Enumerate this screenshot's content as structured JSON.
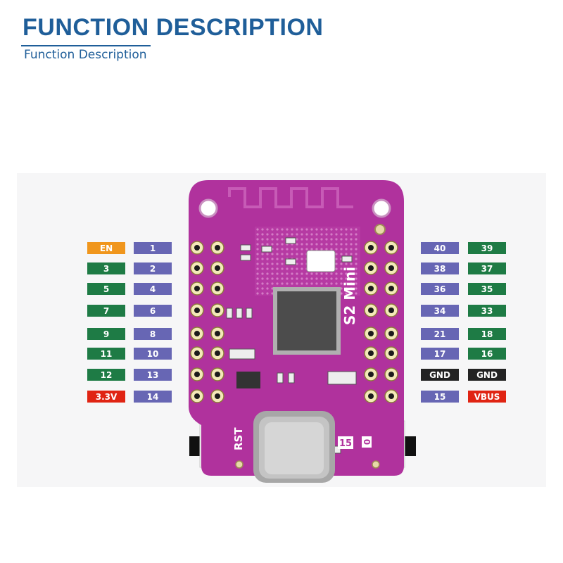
{
  "header": {
    "title": "FUNCTION DESCRIPTION",
    "subtitle": "Function Description"
  },
  "board": {
    "model_label": "S2 Mini",
    "reset_label": "RST",
    "button_0_label": "0",
    "gpio15_label": "15"
  },
  "colors": {
    "title": "#1f5e99",
    "purple_pin": "#6766b4",
    "green_pin": "#1e7b45",
    "orange_pin": "#f0961d",
    "red_pin": "#e02413",
    "black_pin": "#232323",
    "board": "#b0329d"
  },
  "pins": {
    "left_outer": [
      {
        "label": "EN",
        "color": "orange"
      },
      {
        "label": "3",
        "color": "green"
      },
      {
        "label": "5",
        "color": "green"
      },
      {
        "label": "7",
        "color": "green"
      },
      {
        "label": "9",
        "color": "green"
      },
      {
        "label": "11",
        "color": "green"
      },
      {
        "label": "12",
        "color": "green"
      },
      {
        "label": "3.3V",
        "color": "red"
      }
    ],
    "left_inner": [
      {
        "label": "1",
        "color": "purple"
      },
      {
        "label": "2",
        "color": "purple"
      },
      {
        "label": "4",
        "color": "purple"
      },
      {
        "label": "6",
        "color": "purple"
      },
      {
        "label": "8",
        "color": "purple"
      },
      {
        "label": "10",
        "color": "purple"
      },
      {
        "label": "13",
        "color": "purple"
      },
      {
        "label": "14",
        "color": "purple"
      }
    ],
    "right_inner": [
      {
        "label": "40",
        "color": "purple"
      },
      {
        "label": "38",
        "color": "purple"
      },
      {
        "label": "36",
        "color": "purple"
      },
      {
        "label": "34",
        "color": "purple"
      },
      {
        "label": "21",
        "color": "purple"
      },
      {
        "label": "17",
        "color": "purple"
      },
      {
        "label": "GND",
        "color": "black"
      },
      {
        "label": "15",
        "color": "purple"
      }
    ],
    "right_outer": [
      {
        "label": "39",
        "color": "green"
      },
      {
        "label": "37",
        "color": "green"
      },
      {
        "label": "35",
        "color": "green"
      },
      {
        "label": "33",
        "color": "green"
      },
      {
        "label": "18",
        "color": "green"
      },
      {
        "label": "16",
        "color": "green"
      },
      {
        "label": "GND",
        "color": "black"
      },
      {
        "label": "VBUS",
        "color": "red"
      }
    ]
  }
}
